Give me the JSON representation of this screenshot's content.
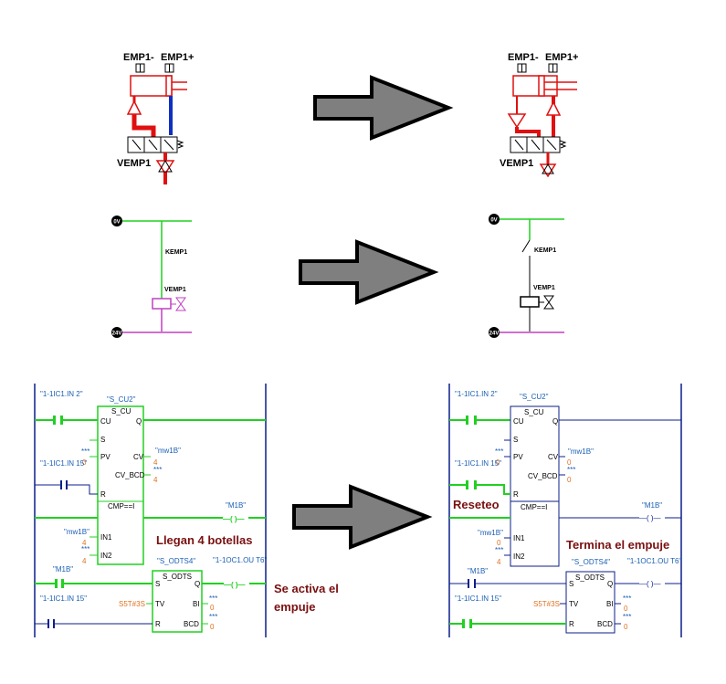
{
  "pneumatic": {
    "emp_minus": "EMP1-",
    "emp_plus": "EMP1+",
    "valve": "VEMP1"
  },
  "electric": {
    "supply_top": "0V",
    "supply_bottom": "24V",
    "relay": "KEMP1",
    "valve": "VEMP1"
  },
  "plc": {
    "in2": "\"1-1IC1.IN 2\"",
    "in15": "\"1-1IC1.IN 15\"",
    "counter_name": "\"S_CU2\"",
    "counter_type": "S_CU",
    "cu": "CU",
    "s": "S",
    "pv": "PV",
    "cv": "CV",
    "cv_bcd": "CV_BCD",
    "r": "R",
    "cmp": "CMP==I",
    "in1_pin": "IN1",
    "in2_pin": "IN2",
    "mw1b": "\"mw1B\"",
    "m1b": "\"M1B\"",
    "odts_name": "\"S_ODTS4\"",
    "odts_type": "S_ODTS",
    "tv": "TV",
    "bi": "BI",
    "bcd": "BCD",
    "q": "Q",
    "s5t": "S5T#3S",
    "out": "\"1-1OC1.OU T6\"",
    "pv_val": "0",
    "star": "***"
  },
  "left_values": {
    "cv_v": "4",
    "cv_bcd_v": "4",
    "in1_v": "4",
    "in2_v": "4",
    "bi_v": "0",
    "bcd_v": "0"
  },
  "right_values": {
    "cv_v": "0",
    "cv_bcd_v": "0",
    "in1_v": "0",
    "in2_v": "4",
    "bi_v": "0",
    "bcd_v": "0"
  },
  "annotations": {
    "llegan": "Llegan 4 botellas",
    "activa_1": "Se activa el",
    "activa_2": "empuje",
    "reseteo": "Reseteo",
    "termina": "Termina el empuje"
  },
  "colors": {
    "pressure": "#e01010",
    "exhaust": "#1030c0",
    "energized": "#21d021",
    "coil": "#c040c0",
    "plc_active": "#21d021",
    "plc_inactive": "#0b1f8a",
    "arrow_fill": "#7f7f7f"
  }
}
